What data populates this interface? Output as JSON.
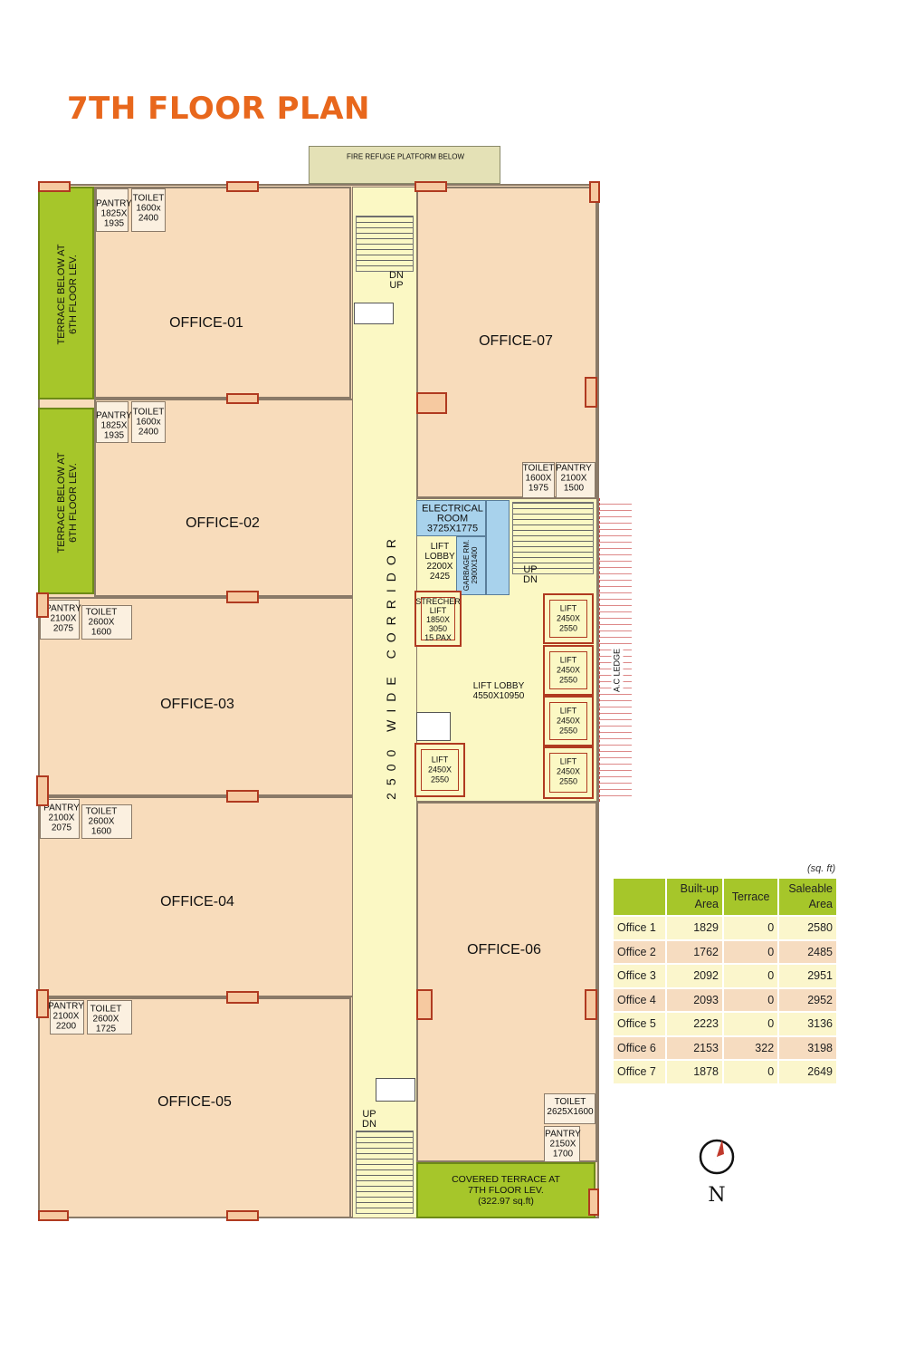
{
  "title": "7TH FLOOR PLAN",
  "fire_refuge": "FIRE REFUGE PLATFORM BELOW",
  "offices": [
    "OFFICE-01",
    "OFFICE-02",
    "OFFICE-03",
    "OFFICE-04",
    "OFFICE-05",
    "OFFICE-06",
    "OFFICE-07"
  ],
  "terrace_below": "TERRACE BELOW AT\n6TH FLOOR LEV.",
  "corridor": "2500 WIDE CORRIDOR",
  "covered_terrace": "COVERED TERRACE AT\n7TH FLOOR LEV.\n(322.97 sq.ft)",
  "rooms": {
    "pantry1": "PANTRY\n1825X\n1935",
    "toilet1": "TOILET\n1600x\n2400",
    "pantry2": "PANTRY\n1825X\n1935",
    "toilet2": "TOILET\n1600x\n2400",
    "pantry3": "PANTRY\n2100X\n2075",
    "toilet3": "TOILET\n2600X\n1600",
    "pantry4": "PANTRY\n2100X\n2075",
    "toilet4": "TOILET\n2600X\n1600",
    "pantry5": "PANTRY\n2100X\n2200",
    "toilet5": "TOILET\n2600X\n1725",
    "toilet7": "TOILET\n1600X\n1975",
    "pantry7": "PANTRY\n2100X\n1500",
    "toilet6": "TOILET\n2625X1600",
    "pantry6": "PANTRY\n2150X\n1700",
    "electrical": "ELECTRICAL\nROOM\n3725X1775",
    "lift_lobby_small": "LIFT\nLOBBY\n2200X\n2425",
    "garbage": "GARBAGE RM.\n2900X1400",
    "strecher": "STRECHER\nLIFT\n1850X\n3050\n15 PAX",
    "lift_lobby": "LIFT LOBBY\n4550X10950",
    "lift": "LIFT\n2450X\n2550",
    "ac_ledge": "A.C LEDGE",
    "dn_up_top": "DN\nUP",
    "up_dn_mid": "UP\nDN",
    "up_dn_bottom": "UP\nDN"
  },
  "area_table": {
    "unit": "(sq. ft)",
    "headers": [
      "",
      "Built-up\nArea",
      "Terrace",
      "Saleable\nArea"
    ],
    "rows": [
      [
        "Office 1",
        "1829",
        "0",
        "2580"
      ],
      [
        "Office 2",
        "1762",
        "0",
        "2485"
      ],
      [
        "Office 3",
        "2092",
        "0",
        "2951"
      ],
      [
        "Office 4",
        "2093",
        "0",
        "2952"
      ],
      [
        "Office 5",
        "2223",
        "0",
        "3136"
      ],
      [
        "Office 6",
        "2153",
        "322",
        "3198"
      ],
      [
        "Office 7",
        "1878",
        "0",
        "2649"
      ]
    ]
  },
  "compass": "N",
  "colors": {
    "title": "#e8671c",
    "office": "#f8dcbb",
    "terrace": "#a6c62a",
    "corridor": "#fbf8c4",
    "service": "#a8d2ec",
    "wall": "#b03a20"
  }
}
